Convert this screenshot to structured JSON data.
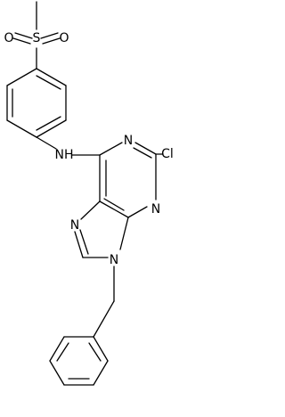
{
  "molecule": {
    "atom_labels": {
      "sulfur": "S",
      "oxygen_left": "O",
      "oxygen_right": "O",
      "amine": "NH",
      "n1": "N",
      "n3": "N",
      "n7": "N",
      "n9": "N",
      "chlorine": "Cl"
    }
  }
}
